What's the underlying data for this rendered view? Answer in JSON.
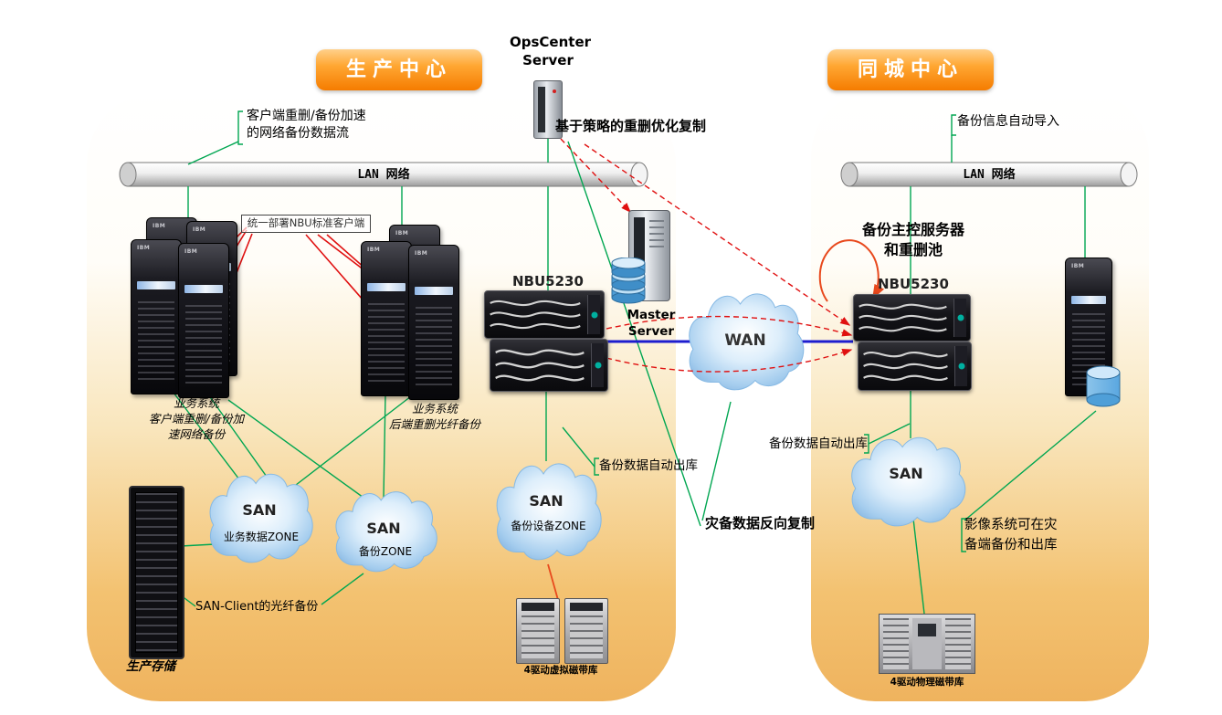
{
  "banners": {
    "production": "生产中心",
    "city": "同城中心"
  },
  "opscenter": {
    "label": "OpsCenter\nServer"
  },
  "lan": {
    "left": "LAN 网络",
    "right": "LAN 网络"
  },
  "labels": {
    "client_dedup_flow": "客户端重删/备份加速\n的网络备份数据流",
    "policy_replication": "基于策略的重删优化复制",
    "nbu_client_deploy": "统一部署NBU标准客户端",
    "cluster1_caption": "业务系统\n客户端重删/备份加\n速网络备份",
    "cluster2_caption": "业务系统\n后端重删光纤备份",
    "nbu5230_left": "NBU5230",
    "master_server": "Master\nServer",
    "backup_master_title": "备份主控服务器\n和重删池",
    "nbu5230_right": "NBU5230",
    "backup_info_import": "备份信息自动导入",
    "backup_data_out_left": "备份数据自动出库",
    "backup_data_out_right": "备份数据自动出库",
    "dr_reverse_replication": "灾备数据反向复制",
    "san_client_fiber": "SAN-Client的光纤备份",
    "production_storage": "生产存储",
    "image_system": "影像系统可在灾\n备端备份和出库",
    "tape_left_caption": "4驱动虚拟磁带库",
    "tape_right_caption": "4驱动物理磁带库"
  },
  "clouds": {
    "wan": "WAN",
    "san1": {
      "title": "SAN",
      "subtitle": "业务数据ZONE"
    },
    "san2": {
      "title": "SAN",
      "subtitle": "备份ZONE"
    },
    "san3": {
      "title": "SAN",
      "subtitle": "备份设备ZONE"
    },
    "san_right": {
      "title": "SAN"
    }
  },
  "icons": {
    "server_brand": "IBM"
  },
  "colors": {
    "banner_orange": "#f57c00",
    "line_green": "#00a651",
    "line_red": "#e01010",
    "line_blue": "#1d1dcf",
    "cloud_blue": "#78abdc",
    "region_bottom": "#efb35e"
  }
}
